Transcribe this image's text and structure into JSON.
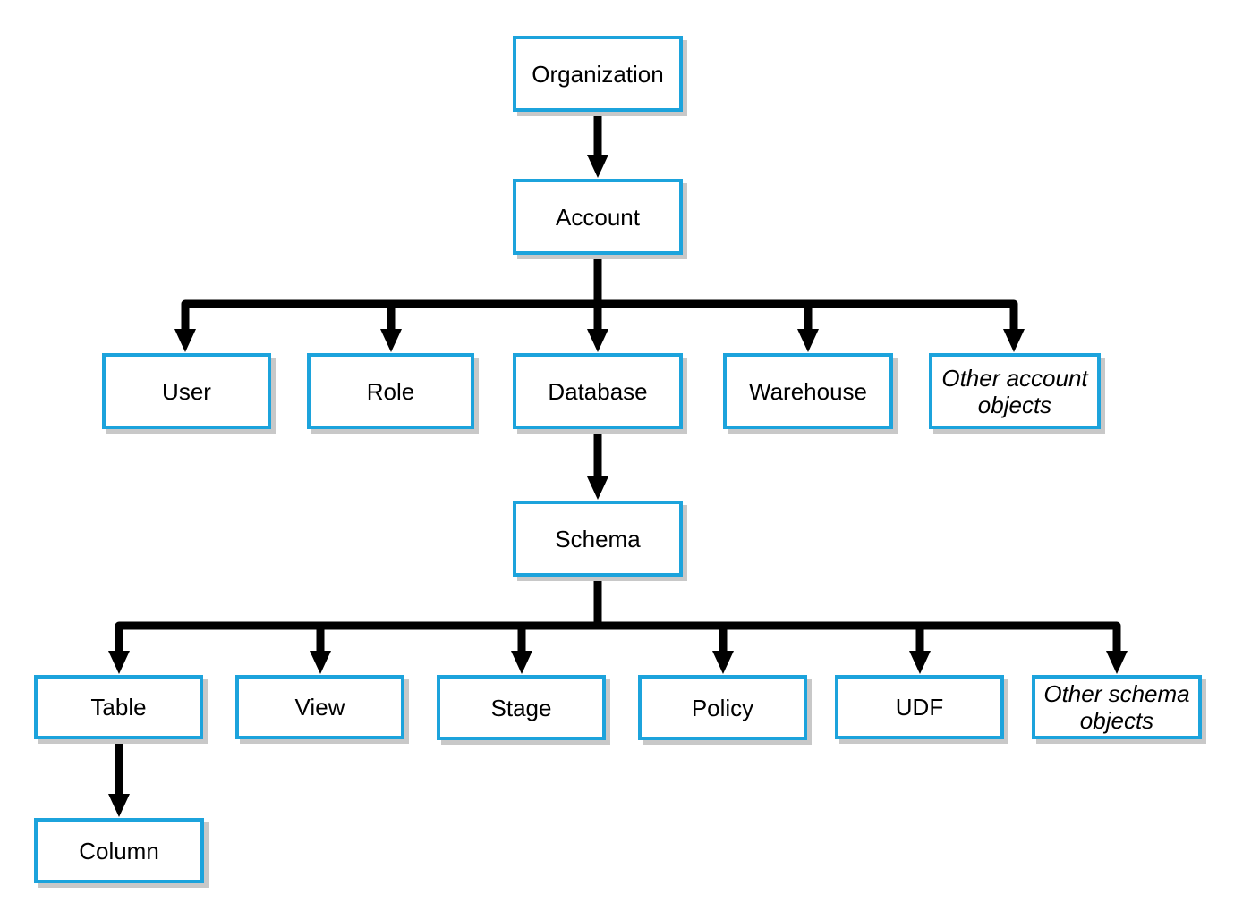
{
  "nodes": {
    "organization": {
      "label": "Organization"
    },
    "account": {
      "label": "Account"
    },
    "user": {
      "label": "User"
    },
    "role": {
      "label": "Role"
    },
    "database": {
      "label": "Database"
    },
    "warehouse": {
      "label": "Warehouse"
    },
    "other_account_objects": {
      "label": "Other account objects",
      "style": "italic"
    },
    "schema": {
      "label": "Schema"
    },
    "table": {
      "label": "Table"
    },
    "view": {
      "label": "View"
    },
    "stage": {
      "label": "Stage"
    },
    "policy": {
      "label": "Policy"
    },
    "udf": {
      "label": "UDF"
    },
    "other_schema_objects": {
      "label": "Other schema objects",
      "style": "italic"
    },
    "column": {
      "label": "Column"
    }
  },
  "edges": [
    {
      "from": "organization",
      "to": "account"
    },
    {
      "from": "account",
      "to": "user"
    },
    {
      "from": "account",
      "to": "role"
    },
    {
      "from": "account",
      "to": "database"
    },
    {
      "from": "account",
      "to": "warehouse"
    },
    {
      "from": "account",
      "to": "other_account_objects"
    },
    {
      "from": "database",
      "to": "schema"
    },
    {
      "from": "schema",
      "to": "table"
    },
    {
      "from": "schema",
      "to": "view"
    },
    {
      "from": "schema",
      "to": "stage"
    },
    {
      "from": "schema",
      "to": "policy"
    },
    {
      "from": "schema",
      "to": "udf"
    },
    {
      "from": "schema",
      "to": "other_schema_objects"
    },
    {
      "from": "table",
      "to": "column"
    }
  ],
  "colors": {
    "box_border": "#1CA3DC",
    "box_fill": "#FFFFFF",
    "box_shadow": "#C8C8C8",
    "connector": "#000000",
    "text": "#000000",
    "background": "#FFFFFF"
  }
}
